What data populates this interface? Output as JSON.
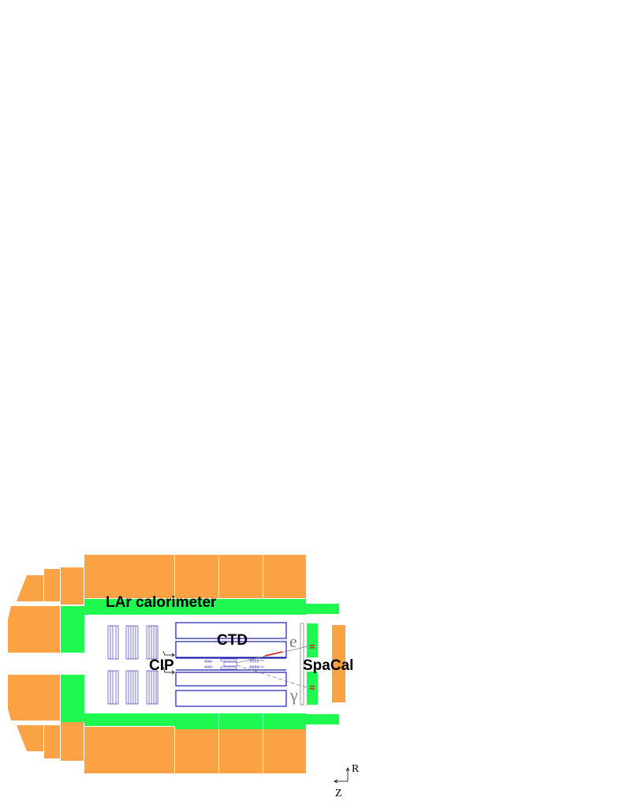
{
  "labels": {
    "lar": "LAr calorimeter",
    "ctd": "CTD",
    "cip": "CIP",
    "spacal": "SpaCal",
    "electron": "e",
    "photon": "γ",
    "axis_r": "R",
    "axis_z": "Z"
  },
  "colors": {
    "orange": "#fba344",
    "green": "#1ff94f",
    "blue": "#1d1dae",
    "gray": "#808080",
    "red": "#e0201a"
  }
}
